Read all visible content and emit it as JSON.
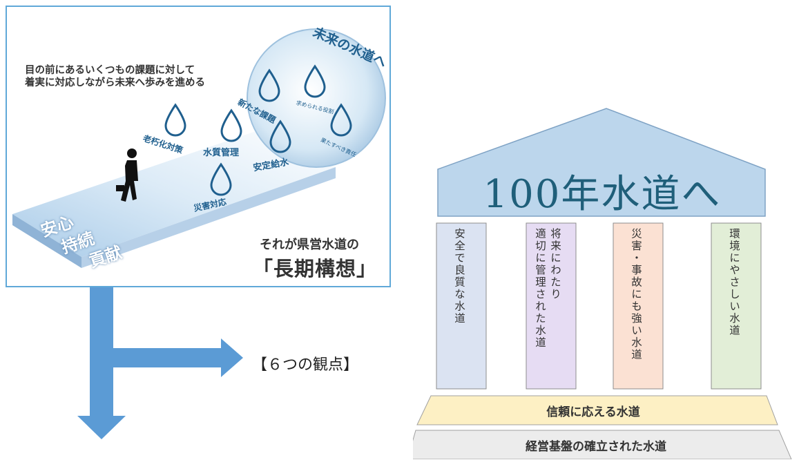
{
  "vision": {
    "intro_line_1": "目の前にあるいくつもの課題に対して",
    "intro_line_2": "着実に対応しながら未来へ歩みを進める",
    "future_label": "未来の水道へ",
    "road_words": [
      "安心",
      "持続",
      "貢献"
    ],
    "current_drops": [
      "老朽化対策",
      "水質管理",
      "安定給水",
      "災害対応"
    ],
    "future_drops": [
      "新たな課題",
      "求められる役割",
      "果たすべき責任"
    ],
    "closing_line": "それが県営水道の",
    "concept": "「長期構想」"
  },
  "viewpoints_label": "【６つの観点】",
  "building": {
    "roof_title": "100年水道へ",
    "pillars": [
      {
        "lines": [
          "安全で良質な水道"
        ],
        "color": "#dbe3f2"
      },
      {
        "lines": [
          "将来にわたり",
          "適切に管理された水道"
        ],
        "color": "#e6dcf3"
      },
      {
        "lines": [
          "災害・事故にも強い水道"
        ],
        "color": "#fbe1d3"
      },
      {
        "lines": [
          "環境にやさしい水道"
        ],
        "color": "#e2eed7"
      }
    ],
    "upper_step": "信頼に応える水道",
    "lower_step": "経営基盤の確立された水道"
  },
  "colors": {
    "frame_blue": "#5fa8d8",
    "arrow_blue": "#5b9bd5",
    "roof_fill": "#bcd6ec",
    "upper_step_fill": "#fdf0c4",
    "lower_step_fill": "#ececec"
  }
}
